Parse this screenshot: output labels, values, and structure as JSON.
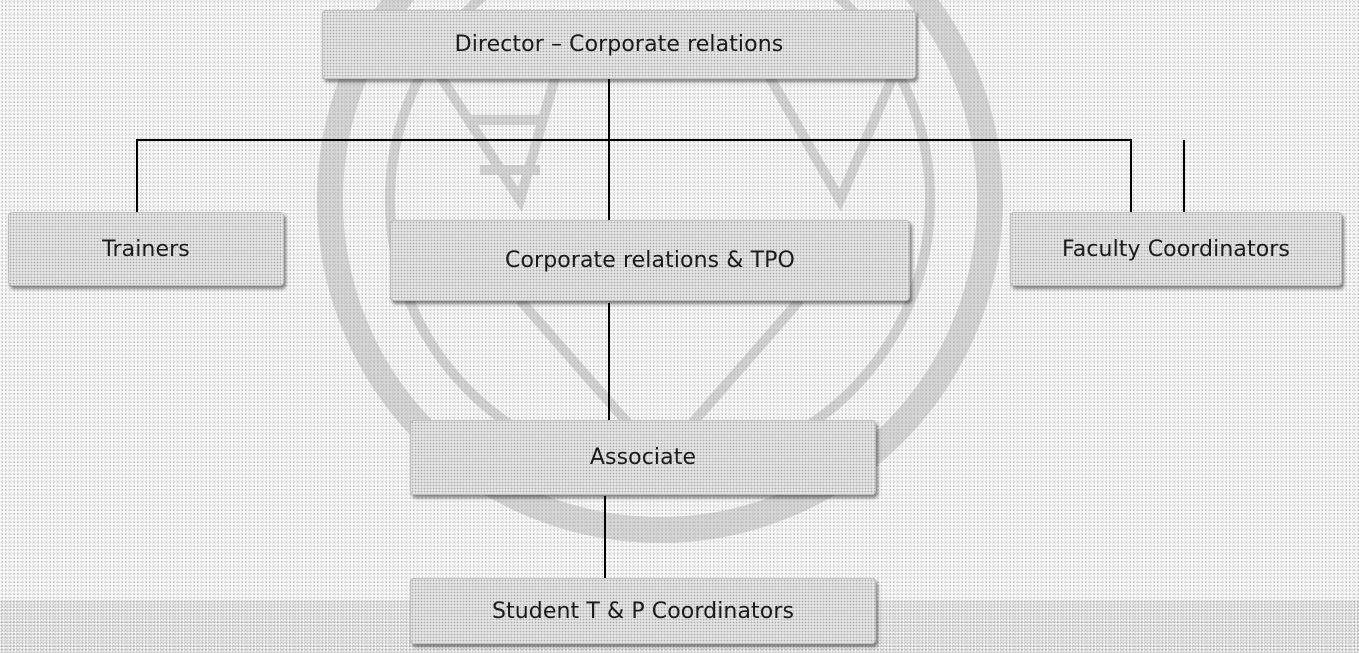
{
  "diagram": {
    "boxes": {
      "director": {
        "label": "Director – Corporate relations"
      },
      "trainers": {
        "label": "Trainers"
      },
      "tpo": {
        "label": "Corporate relations & TPO"
      },
      "faculty": {
        "label": "Faculty Coordinators"
      },
      "associate": {
        "label": "Associate"
      },
      "students": {
        "label": "Student T & P Coordinators"
      }
    },
    "colors": {
      "box_fill": "#e4e4e4",
      "connector": "#000000",
      "text": "#1a1a1a"
    }
  }
}
